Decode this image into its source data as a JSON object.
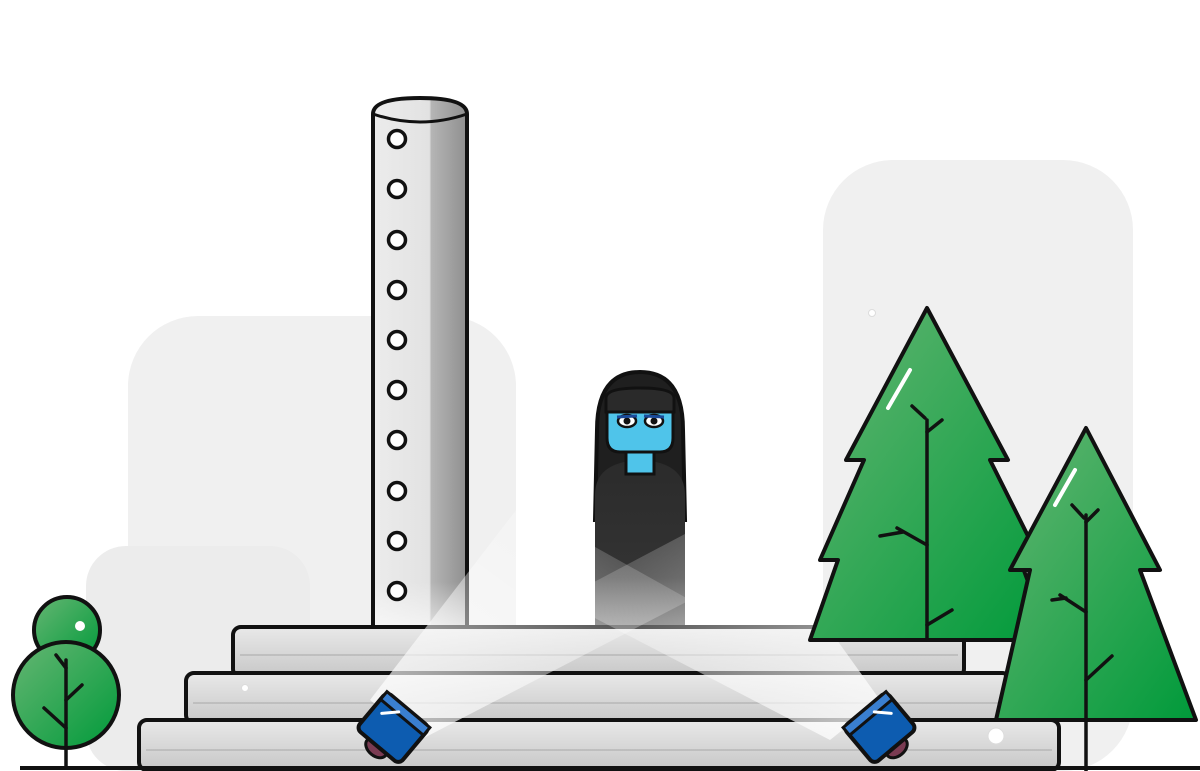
{
  "colors": {
    "background": "#ffffff",
    "backdrop_light": "#f0f0f0",
    "outline": "#111111",
    "pillar_light": "#e6e6e6",
    "pillar_shade": "#9a9a9a",
    "step_light": "#e4e4e4",
    "step_mid": "#cfcfcf",
    "step_dark": "#bdbdbd",
    "tree_green_light": "#5bb06a",
    "tree_green_dark": "#0a9a3c",
    "figure_robe": "#2d2d2d",
    "figure_skin": "#4fc4ea",
    "spotlight_blue": "#0d5cb0",
    "spotlight_rim": "#7a3b52",
    "light_beam": "#ffffff"
  },
  "icons": {
    "pillar": "perforated-column",
    "figure": "hooded-figure",
    "spotlight": "stage-spotlight",
    "tree": "pine-tree",
    "bush": "round-bush"
  }
}
